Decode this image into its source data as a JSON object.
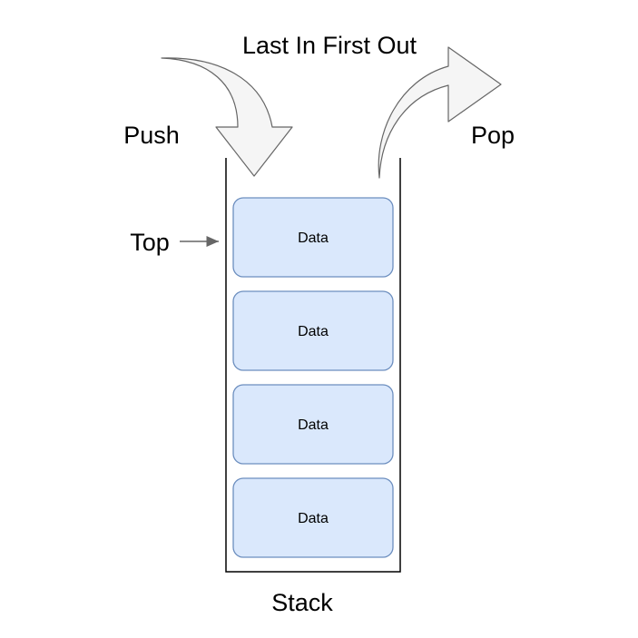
{
  "diagram": {
    "title": "Last In First Out",
    "push_label": "Push",
    "pop_label": "Pop",
    "top_label": "Top",
    "stack_label": "Stack",
    "items": [
      {
        "label": "Data"
      },
      {
        "label": "Data"
      },
      {
        "label": "Data"
      },
      {
        "label": "Data"
      }
    ]
  },
  "colors": {
    "item_fill": "#dae8fc",
    "item_stroke": "#6c8ebf",
    "arrow_fill": "#f5f5f5",
    "arrow_stroke": "#666666",
    "line": "#000000",
    "pointer": "#666666"
  }
}
